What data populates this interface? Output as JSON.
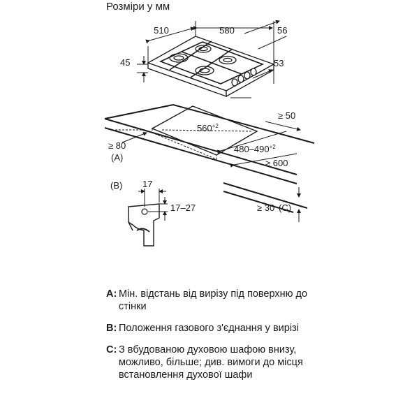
{
  "title": "Розміри у мм",
  "dimensions": {
    "width_510": "510",
    "width_580": "580",
    "depth_56": "56",
    "height_45": "45",
    "depth_53": "53",
    "min_50": "≥ 50",
    "cutout_560": "560",
    "cutout_560_tol": "+2",
    "cutout_480_490": "480–490",
    "cutout_480_490_tol": "+2",
    "min_80": "≥ 80",
    "min_600": "≥ 600",
    "detail_17": "17",
    "detail_17_27": "17–27",
    "min_30": "≥ 30"
  },
  "callouts": {
    "a": "(A)",
    "b": "(B)",
    "c": "(C)"
  },
  "legend": [
    {
      "key": "A:",
      "text": "Мін. відстань від вирізу під поверхню до стінки"
    },
    {
      "key": "B:",
      "text": "Положення газового з'єднання у вирізі"
    },
    {
      "key": "C:",
      "text": "З вбудованою духовою шафою внизу, можливо, більше; див. вимоги до місця встановлення духової шафи"
    }
  ]
}
